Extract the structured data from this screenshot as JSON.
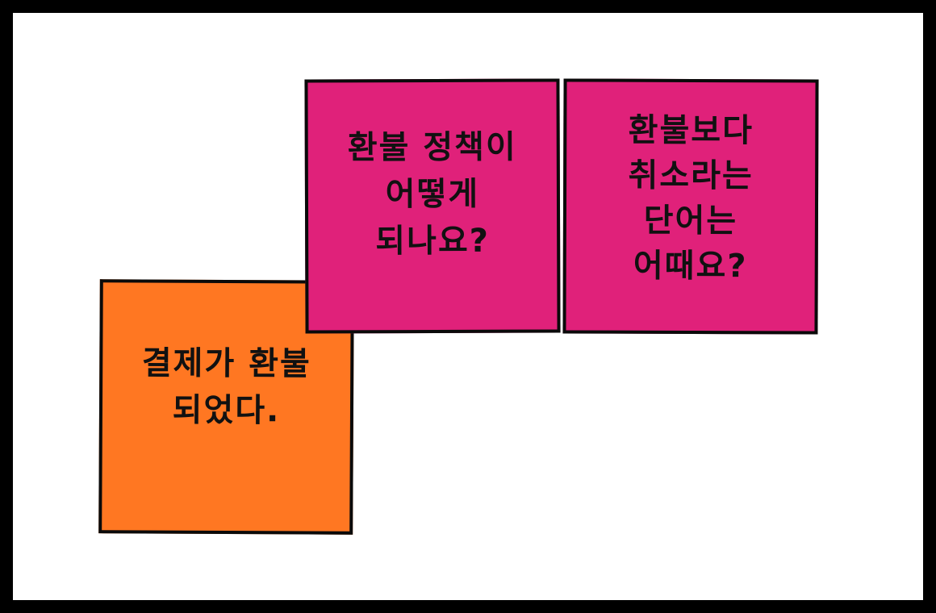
{
  "frame": {
    "border_color": "#000000",
    "background": "#FFFFFF"
  },
  "notes": [
    {
      "id": "orange",
      "color": "#FF7722",
      "text": "결제가 환불\n되었다."
    },
    {
      "id": "pink1",
      "color": "#E0217A",
      "text": "환불 정책이\n어떻게\n되나요?"
    },
    {
      "id": "pink2",
      "color": "#E0217A",
      "text": "환불보다\n취소라는\n단어는\n어때요?"
    }
  ]
}
